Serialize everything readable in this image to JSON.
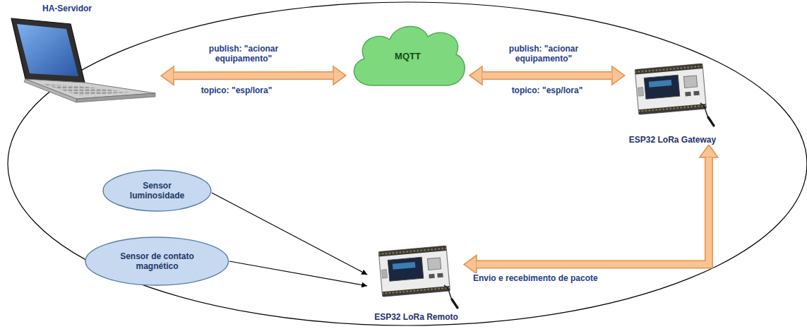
{
  "diagram": {
    "nodes": [
      {
        "text": [
          "HA-Servidor"
        ]
      },
      {
        "text": [
          "MQTT"
        ]
      },
      {
        "text": [
          "ESP32 LoRa Gateway"
        ]
      },
      {
        "text": [
          "Sensor luminosidade"
        ]
      },
      {
        "text": [
          "Sensor de contato magnético"
        ]
      },
      {
        "text": [
          "ESP32 LoRa Remoto"
        ]
      }
    ],
    "edges": [
      {
        "from": 0,
        "to": 1,
        "arrow": "both",
        "label": "publish: \"acionar equipamento\""
      },
      {
        "from": 1,
        "to": 2,
        "arrow": "both",
        "label": "publish: \"acionar equipamento\""
      },
      {
        "from": 5,
        "to": 2,
        "arrow": "both",
        "label": "Envio e recebimento de pacote"
      },
      {
        "from": 3,
        "to": 5,
        "arrow": "to"
      },
      {
        "from": 4,
        "to": 5,
        "arrow": "to"
      }
    ],
    "labels": [
      "topico: \"esp/lora\"",
      "topico: \"esp/lora\""
    ]
  }
}
